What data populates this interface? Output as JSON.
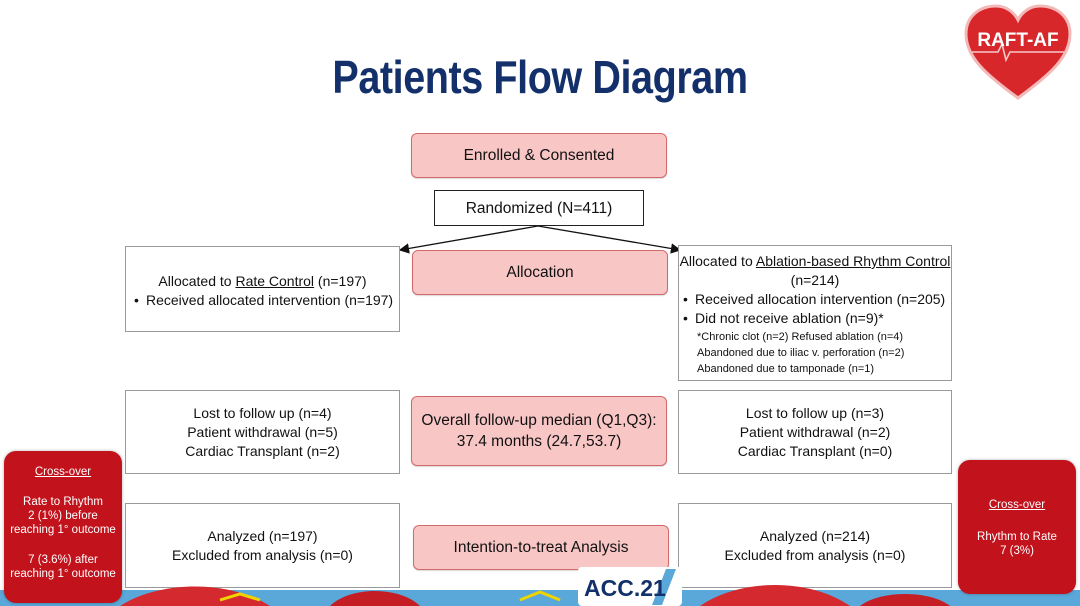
{
  "title": "Patients Flow Diagram",
  "logo": {
    "text": "RAFT-AF"
  },
  "enrolled": "Enrolled & Consented",
  "randomized": "Randomized (N=411)",
  "allocation": "Allocation",
  "followup": {
    "line1": "Overall follow-up median (Q1,Q3):",
    "line2": "37.4 months (24.7,53.7)"
  },
  "itt": "Intention-to-treat Analysis",
  "left_alloc": {
    "prefix": "Allocated to ",
    "arm": "Rate Control",
    "suffix": " (n=197)",
    "bullet": "Received allocated intervention (n=197)"
  },
  "right_alloc": {
    "prefix": "Allocated to ",
    "arm": "Ablation-based Rhythm Control",
    "count": "(n=214)",
    "bullets": [
      "Received allocation intervention (n=205)",
      "Did not receive ablation (n=9)*"
    ],
    "notes": [
      "*Chronic clot (n=2) Refused ablation (n=4)",
      "Abandoned due to iliac v. perforation (n=2)",
      "Abandoned due to tamponade (n=1)"
    ]
  },
  "left_followup": [
    "Lost to follow up (n=4)",
    "Patient withdrawal (n=5)",
    "Cardiac Transplant (n=2)"
  ],
  "right_followup": [
    "Lost to follow up (n=3)",
    "Patient withdrawal (n=2)",
    "Cardiac Transplant (n=0)"
  ],
  "left_analysis": [
    "Analyzed (n=197)",
    "Excluded from analysis (n=0)"
  ],
  "right_analysis": [
    "Analyzed (n=214)",
    "Excluded from analysis (n=0)"
  ],
  "crossover_left": {
    "title": "Cross-over",
    "line1": "Rate to Rhythm",
    "line2": "2 (1%) before",
    "line3": "reaching 1° outcome",
    "line4": "7 (3.6%) after",
    "line5": "reaching 1° outcome"
  },
  "crossover_right": {
    "title": "Cross-over",
    "line1": "Rhythm to Rate",
    "line2": "7 (3%)"
  },
  "footer_logo": "ACC.21",
  "colors": {
    "title": "#14306b",
    "pink_fill": "#f9c6c6",
    "crossover_red": "#c2121b"
  }
}
